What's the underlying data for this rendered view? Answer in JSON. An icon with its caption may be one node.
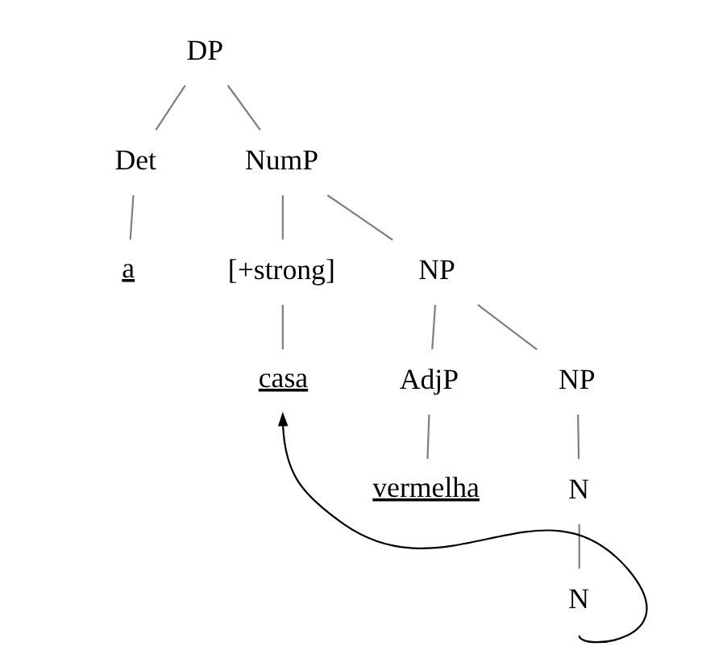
{
  "diagram": {
    "nodes": [
      {
        "text": [
          "DP"
        ]
      },
      {
        "text": [
          "Det"
        ]
      },
      {
        "text": [
          "NumP"
        ]
      },
      {
        "text": [
          "a"
        ]
      },
      {
        "text": [
          "[+strong]"
        ]
      },
      {
        "text": [
          "NP"
        ]
      },
      {
        "text": [
          "casa"
        ]
      },
      {
        "text": [
          "AdjP"
        ]
      },
      {
        "text": [
          "NP"
        ]
      },
      {
        "text": [
          "vermelha"
        ]
      },
      {
        "text": [
          "N"
        ]
      },
      {
        "text": [
          "N"
        ]
      }
    ],
    "edges": [
      {
        "from": 0,
        "to": 1,
        "arrow": "none"
      },
      {
        "from": 0,
        "to": 2,
        "arrow": "none"
      },
      {
        "from": 1,
        "to": 3,
        "arrow": "none"
      },
      {
        "from": 2,
        "to": 4,
        "arrow": "none"
      },
      {
        "from": 2,
        "to": 5,
        "arrow": "none"
      },
      {
        "from": 4,
        "to": 6,
        "arrow": "none"
      },
      {
        "from": 5,
        "to": 7,
        "arrow": "none"
      },
      {
        "from": 5,
        "to": 8,
        "arrow": "none"
      },
      {
        "from": 7,
        "to": 9,
        "arrow": "none"
      },
      {
        "from": 8,
        "to": 10,
        "arrow": "none"
      },
      {
        "from": 10,
        "to": 11,
        "arrow": "none"
      },
      {
        "from": 11,
        "to": 6,
        "arrow": "to",
        "color": "#000000"
      }
    ]
  }
}
